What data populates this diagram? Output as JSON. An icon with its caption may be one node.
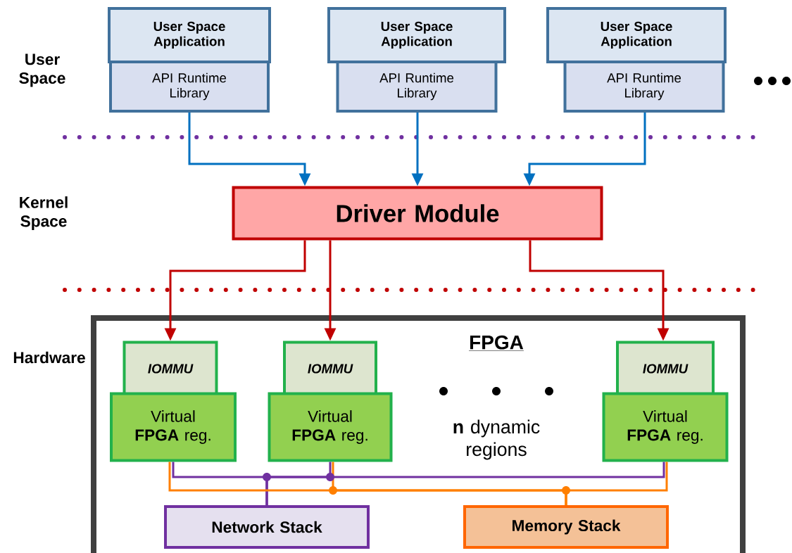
{
  "diagram": {
    "nodes": [
      {
        "text": [
          "User Space Application"
        ]
      },
      {
        "text": [
          "API Runtime Library"
        ]
      },
      {
        "text": [
          "User Space Application"
        ]
      },
      {
        "text": [
          "API Runtime Library"
        ]
      },
      {
        "text": [
          "User Space Application"
        ]
      },
      {
        "text": [
          "API Runtime Library"
        ]
      },
      {
        "text": [
          "Driver Module"
        ]
      },
      {
        "text": [
          "FPGA"
        ]
      },
      {
        "text": [
          "IOMMU"
        ],
        "in": 7
      },
      {
        "text": [
          "Virtual **FPGA** reg."
        ],
        "in": 7
      },
      {
        "text": [
          "IOMMU"
        ],
        "in": 7
      },
      {
        "text": [
          "Virtual **FPGA** reg."
        ],
        "in": 7
      },
      {
        "text": [
          "IOMMU"
        ],
        "in": 7
      },
      {
        "text": [
          "Virtual **FPGA** reg."
        ],
        "in": 7
      },
      {
        "text": [
          "Network Stack"
        ],
        "in": 7
      },
      {
        "text": [
          "Memory Stack"
        ],
        "in": 7
      }
    ],
    "edges": [
      {
        "from": 1,
        "to": 6,
        "arrow": "to",
        "color": "#0070c0"
      },
      {
        "from": 3,
        "to": 6,
        "arrow": "to",
        "color": "#0070c0"
      },
      {
        "from": 5,
        "to": 6,
        "arrow": "to",
        "color": "#0070c0"
      },
      {
        "from": 6,
        "to": 8,
        "arrow": "to",
        "color": "#c00000"
      },
      {
        "from": 6,
        "to": 10,
        "arrow": "to",
        "color": "#c00000"
      },
      {
        "from": 6,
        "to": 12,
        "arrow": "to",
        "color": "#c00000"
      },
      {
        "from": 9,
        "to": 14,
        "arrow": "none",
        "color": "#7030a0"
      },
      {
        "from": 11,
        "to": 14,
        "arrow": "none",
        "color": "#7030a0"
      },
      {
        "from": 13,
        "to": 14,
        "arrow": "none",
        "color": "#7030a0"
      },
      {
        "from": 9,
        "to": 15,
        "arrow": "none",
        "color": "#ff7f00"
      },
      {
        "from": 11,
        "to": 15,
        "arrow": "none",
        "color": "#ff7f00"
      },
      {
        "from": 13,
        "to": 15,
        "arrow": "none",
        "color": "#ff7f00"
      }
    ],
    "labels": [
      "User Space",
      "Kernel Space",
      "Hardware",
      "**n** dynamic regions"
    ]
  }
}
